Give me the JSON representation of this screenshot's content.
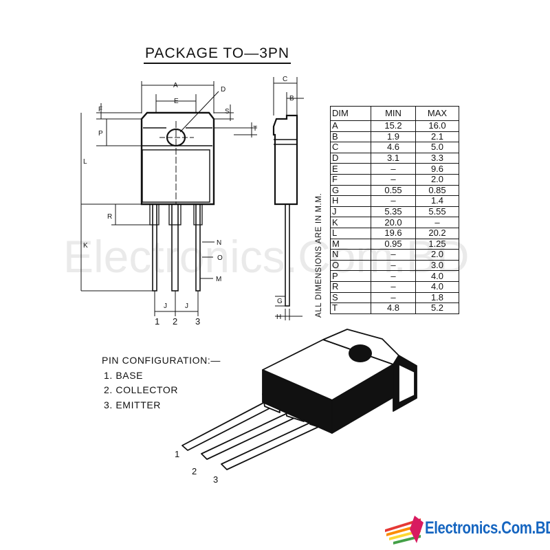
{
  "title": "PACKAGE  TO—3PN",
  "table": {
    "headers": [
      "DIM",
      "MIN",
      "MAX"
    ],
    "rows": [
      [
        "A",
        "15.2",
        "16.0"
      ],
      [
        "B",
        "1.9",
        "2.1"
      ],
      [
        "C",
        "4.6",
        "5.0"
      ],
      [
        "D",
        "3.1",
        "3.3"
      ],
      [
        "E",
        "–",
        "9.6"
      ],
      [
        "F",
        "–",
        "2.0"
      ],
      [
        "G",
        "0.55",
        "0.85"
      ],
      [
        "H",
        "–",
        "1.4"
      ],
      [
        "J",
        "5.35",
        "5.55"
      ],
      [
        "K",
        "20.0",
        "–"
      ],
      [
        "L",
        "19.6",
        "20.2"
      ],
      [
        "M",
        "0.95",
        "1.25"
      ],
      [
        "N",
        "–",
        "2.0"
      ],
      [
        "O",
        "–",
        "3.0"
      ],
      [
        "P",
        "–",
        "4.0"
      ],
      [
        "R",
        "–",
        "4.0"
      ],
      [
        "S",
        "–",
        "1.8"
      ],
      [
        "T",
        "4.8",
        "5.2"
      ]
    ]
  },
  "side_note": "ALL  DIMENSIONS  ARE  IN  M.M.",
  "front_view": {
    "dim_labels": {
      "A": "A",
      "D": "D",
      "E": "E",
      "F": "F",
      "P": "P",
      "S": "S",
      "T": "T",
      "L": "L",
      "R": "R",
      "K": "K",
      "N": "N",
      "O": "O",
      "M": "M",
      "J1": "J",
      "J2": "J"
    },
    "pin_numbers": [
      "1",
      "2",
      "3"
    ]
  },
  "side_view": {
    "dim_labels": {
      "C": "C",
      "B": "B",
      "G": "G",
      "H": "H"
    }
  },
  "pin_configuration": {
    "heading": "PIN  CONFIGURATION:—",
    "items": [
      "1.  BASE",
      "2.  COLLECTOR",
      "3.  EMITTER"
    ]
  },
  "iso_pin_labels": [
    "1",
    "2",
    "3"
  ],
  "watermark": "Electronics.Com.BD",
  "brand": "Electronics.Com.BD",
  "colors": {
    "ink": "#111111",
    "brand": "#1565c0"
  }
}
